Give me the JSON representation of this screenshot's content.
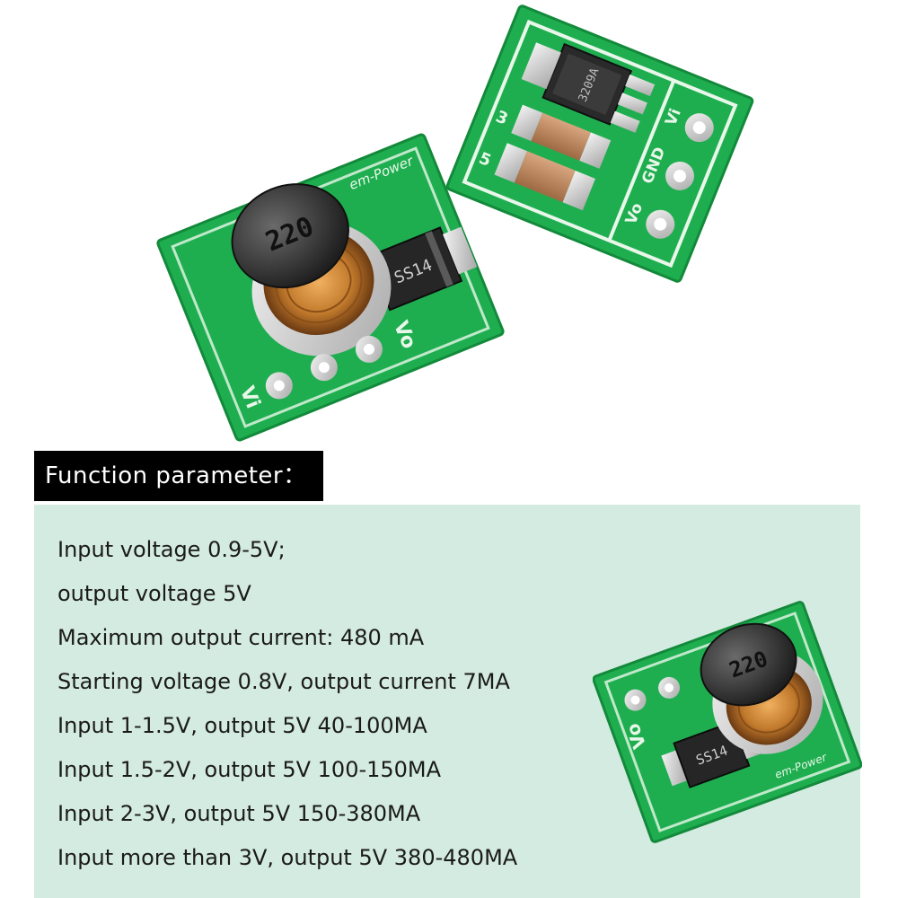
{
  "section_title": "Function parameter：",
  "parameters": [
    "Input voltage 0.9-5V;",
    "output voltage 5V",
    "Maximum output current: 480 mA",
    "Starting voltage 0.8V, output current 7MA",
    "Input 1-1.5V, output 5V 40-100MA",
    "Input 1.5-2V, output 5V 100-150MA",
    "Input 2-3V, output 5V 150-380MA",
    "Input more than 3V, output 5V 380-480MA"
  ],
  "board_a": {
    "inductor_marking": "220",
    "diode_marking": "SS14",
    "brand_marking": "em-Power",
    "pin_labels": [
      "Vi",
      "Vo"
    ]
  },
  "board_b": {
    "chip_marking": "3209A",
    "pin_labels": [
      "Vo",
      "GND",
      "Vi"
    ],
    "jumper_labels": [
      "5",
      "3"
    ]
  },
  "board_c": {
    "inductor_marking": "220",
    "diode_marking": "SS14",
    "brand_marking": "em-Power",
    "pin_labels": [
      "Vo"
    ]
  },
  "colors": {
    "pcb_green": "#1fae4f",
    "panel_bg": "#d4ebe1",
    "title_bg": "#000000",
    "title_text": "#ffffff"
  }
}
